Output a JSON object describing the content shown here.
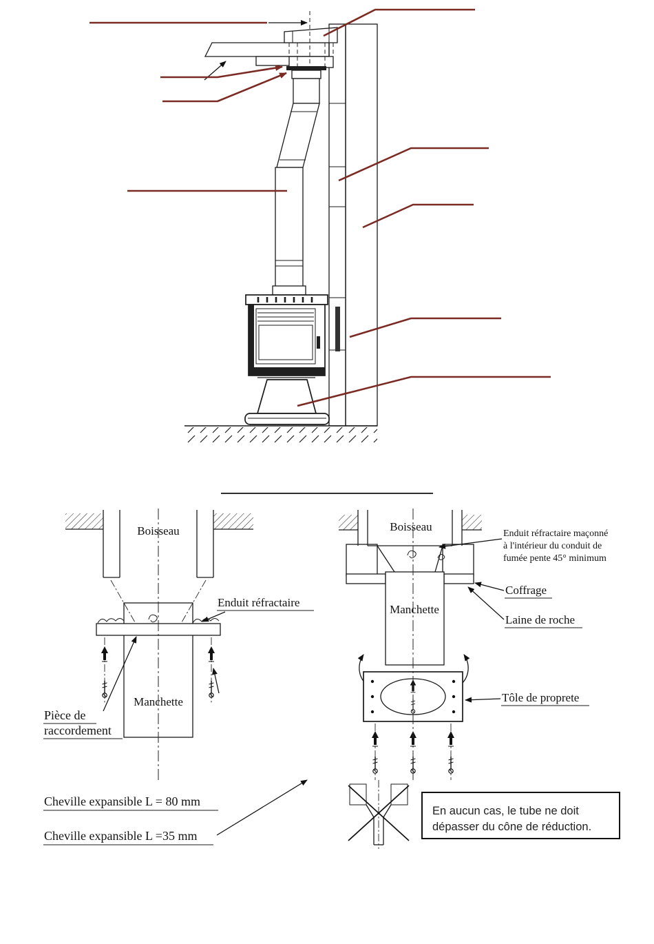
{
  "colors": {
    "leader_line": "#7b2a23",
    "ink": "#1a1a1a",
    "paper": "#ffffff"
  },
  "top_diagram": {
    "description": "stove-and-flue installation side view with unlabeled leader lines"
  },
  "left_detail": {
    "boisseau": "Boisseau",
    "enduit_refractaire": "Enduit réfractaire",
    "manchette": "Manchette",
    "piece_line1": "Pièce de",
    "piece_line2": "raccordement",
    "cheville_80": "Cheville expansible L = 80 mm",
    "cheville_35": "Cheville expansible L =35 mm"
  },
  "right_detail": {
    "boisseau": "Boisseau",
    "note_line1": "Enduit réfractaire maçonné",
    "note_line2": "à l'intérieur du conduit de",
    "note_line3": "fumée pente 45° minimum",
    "coffrage": "Coffrage",
    "laine_de_roche": "Laine de roche",
    "manchette": "Manchette",
    "tole_de_proprete": "Tôle de proprete",
    "warning_line1": "En aucun cas, le tube ne doit",
    "warning_line2": "dépasser du cône de réduction."
  }
}
